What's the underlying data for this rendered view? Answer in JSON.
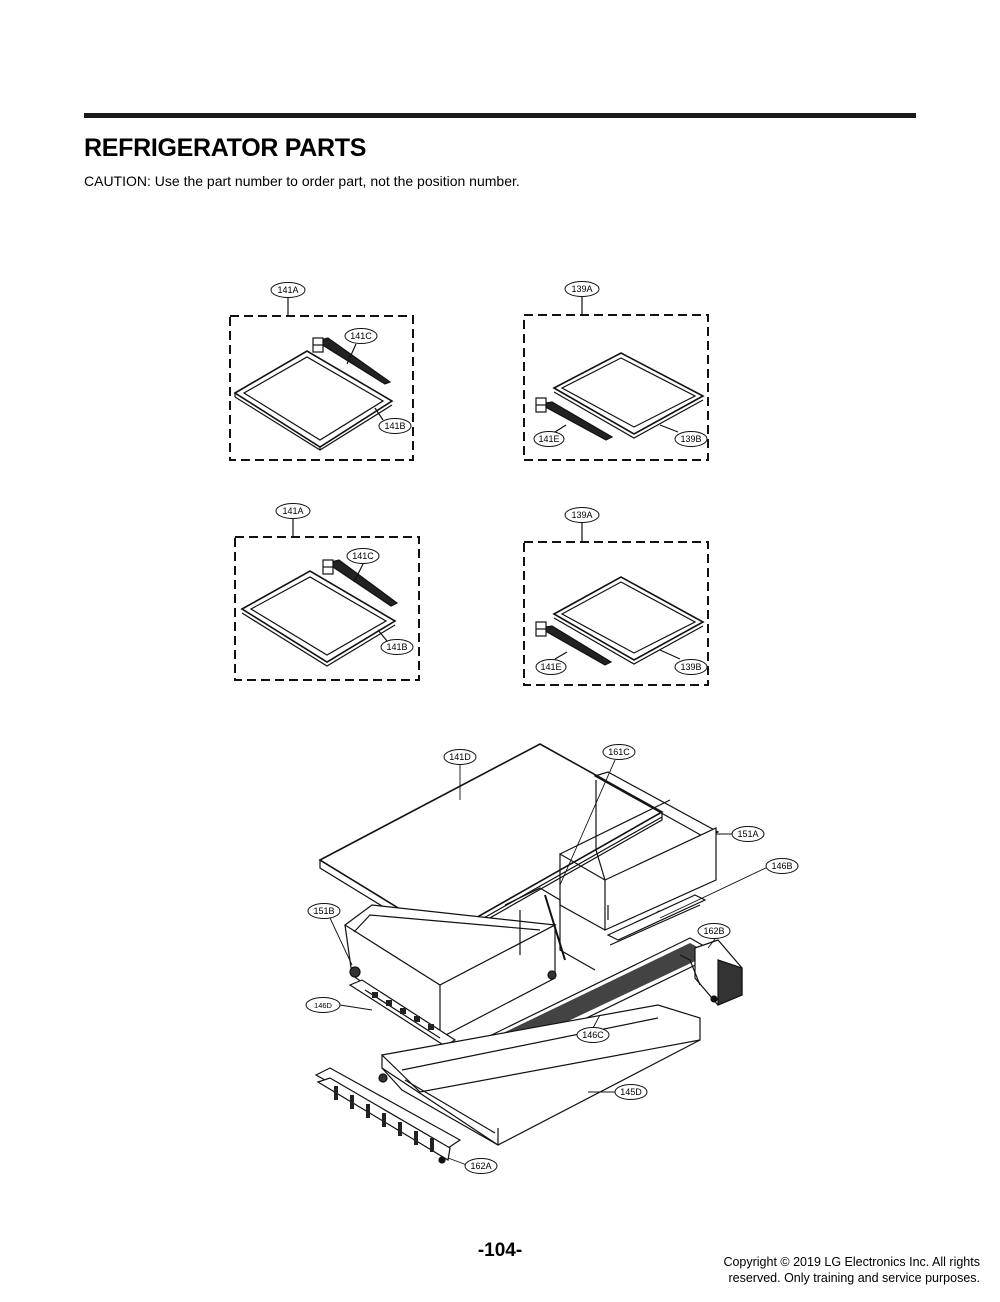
{
  "header": {
    "title": "REFRIGERATOR PARTS",
    "caution": "CAUTION: Use the part number to order part, not the position number."
  },
  "diagram": {
    "callouts": {
      "g1_top": "141A",
      "g1_bracket": "141C",
      "g1_shelf": "141B",
      "g2_top": "139A",
      "g2_bracket": "141E",
      "g2_shelf": "139B",
      "g3_top": "141A",
      "g3_bracket": "141C",
      "g3_shelf": "141B",
      "g4_top": "139A",
      "g4_bracket": "141E",
      "g4_shelf": "139B",
      "cover": "141D",
      "rail": "161C",
      "right_drawer": "151A",
      "right_slide": "146B",
      "right_end_cap": "162B",
      "left_drawer": "151B",
      "left_slide": "146D",
      "center_panel": "146C",
      "pantry_drawer": "145D",
      "left_end_cap": "162A"
    }
  },
  "footer": {
    "page_number": "-104-",
    "copyright_line1": "Copyright © 2019 LG Electronics Inc. All rights",
    "copyright_line2": "reserved. Only training and service purposes."
  }
}
